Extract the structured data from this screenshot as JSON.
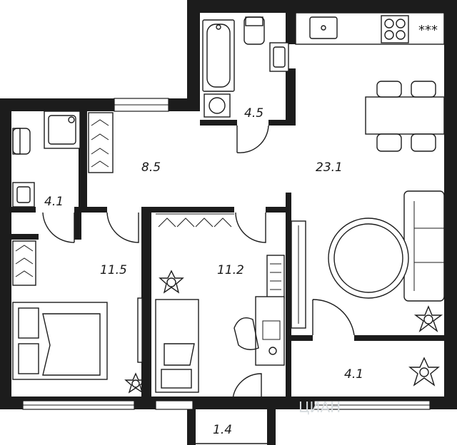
{
  "floor_plan": {
    "rooms": [
      {
        "id": "bathroom-small",
        "area": "4.5"
      },
      {
        "id": "living-kitchen",
        "area": "23.1"
      },
      {
        "id": "hallway",
        "area": "8.5"
      },
      {
        "id": "bathroom-main",
        "area": "4.1"
      },
      {
        "id": "bedroom-large",
        "area": "11.5"
      },
      {
        "id": "bedroom-small",
        "area": "11.2"
      },
      {
        "id": "loggia-right",
        "area": "4.1"
      },
      {
        "id": "balcony-bottom",
        "area": "1.4"
      }
    ],
    "stove_label": "***",
    "watermark": "ЦИАН"
  }
}
